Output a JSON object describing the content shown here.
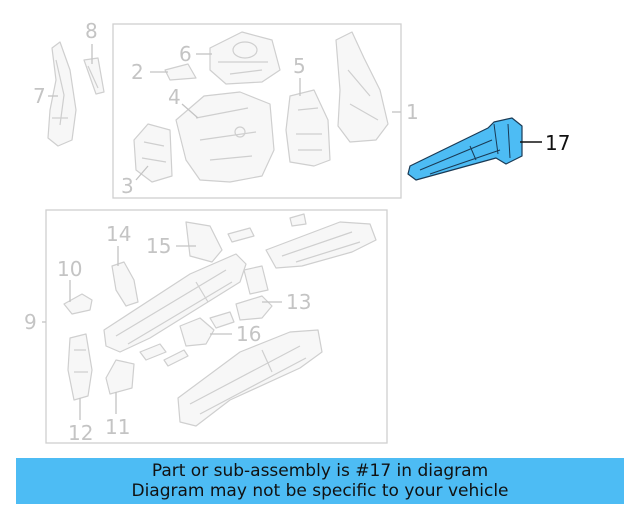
{
  "diagram": {
    "highlighted_part": "17",
    "callouts": [
      "1",
      "2",
      "3",
      "4",
      "5",
      "6",
      "7",
      "8",
      "9",
      "10",
      "11",
      "12",
      "13",
      "14",
      "15",
      "16",
      "17"
    ],
    "colors": {
      "highlight": "#4dbcf4",
      "linework": "#cfcfcf",
      "callout": "#c4c4c4"
    }
  },
  "banner": {
    "line1": "Part or sub-assembly is #17 in diagram",
    "line2": "Diagram may not be specific to your vehicle"
  }
}
